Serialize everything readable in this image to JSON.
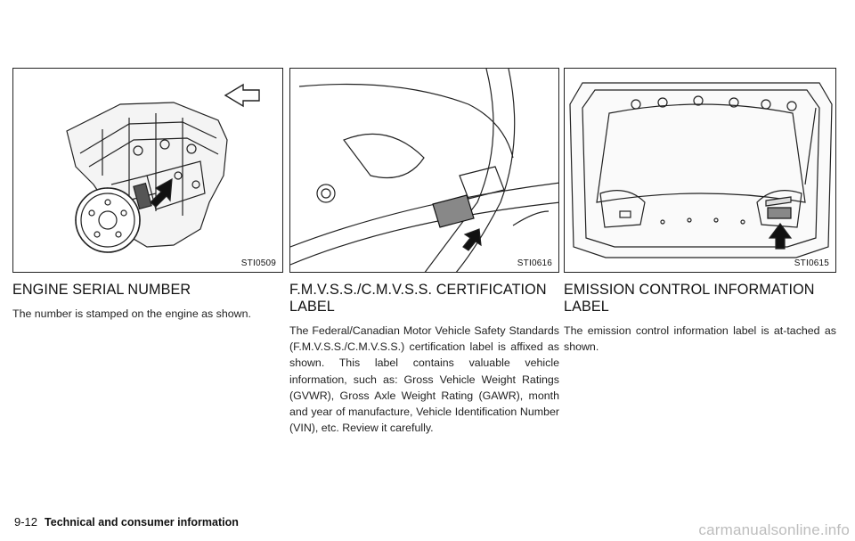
{
  "figures": [
    {
      "code": "STI0509",
      "subject": "engine"
    },
    {
      "code": "STI0616",
      "subject": "door-jamb-label"
    },
    {
      "code": "STI0615",
      "subject": "hood-underside"
    }
  ],
  "sections": [
    {
      "heading": "ENGINE SERIAL NUMBER",
      "body": "The number is stamped on the engine as shown."
    },
    {
      "heading": "F.M.V.S.S./C.M.V.S.S. CERTIFICATION LABEL",
      "body": "The Federal/Canadian Motor Vehicle Safety Standards (F.M.V.S.S./C.M.V.S.S.) certification label is affixed as shown. This label contains valuable vehicle information, such as: Gross Vehicle Weight Ratings (GVWR), Gross Axle Weight Rating (GAWR), month and year of manufacture, Vehicle Identification Number (VIN), etc. Review it carefully."
    },
    {
      "heading": "EMISSION CONTROL INFORMATION LABEL",
      "body": "The emission control information label is at-tached as shown."
    }
  ],
  "footer": {
    "page_number": "9-12",
    "section_title": "Technical and consumer information"
  },
  "watermark": "carmanualsonline.info"
}
